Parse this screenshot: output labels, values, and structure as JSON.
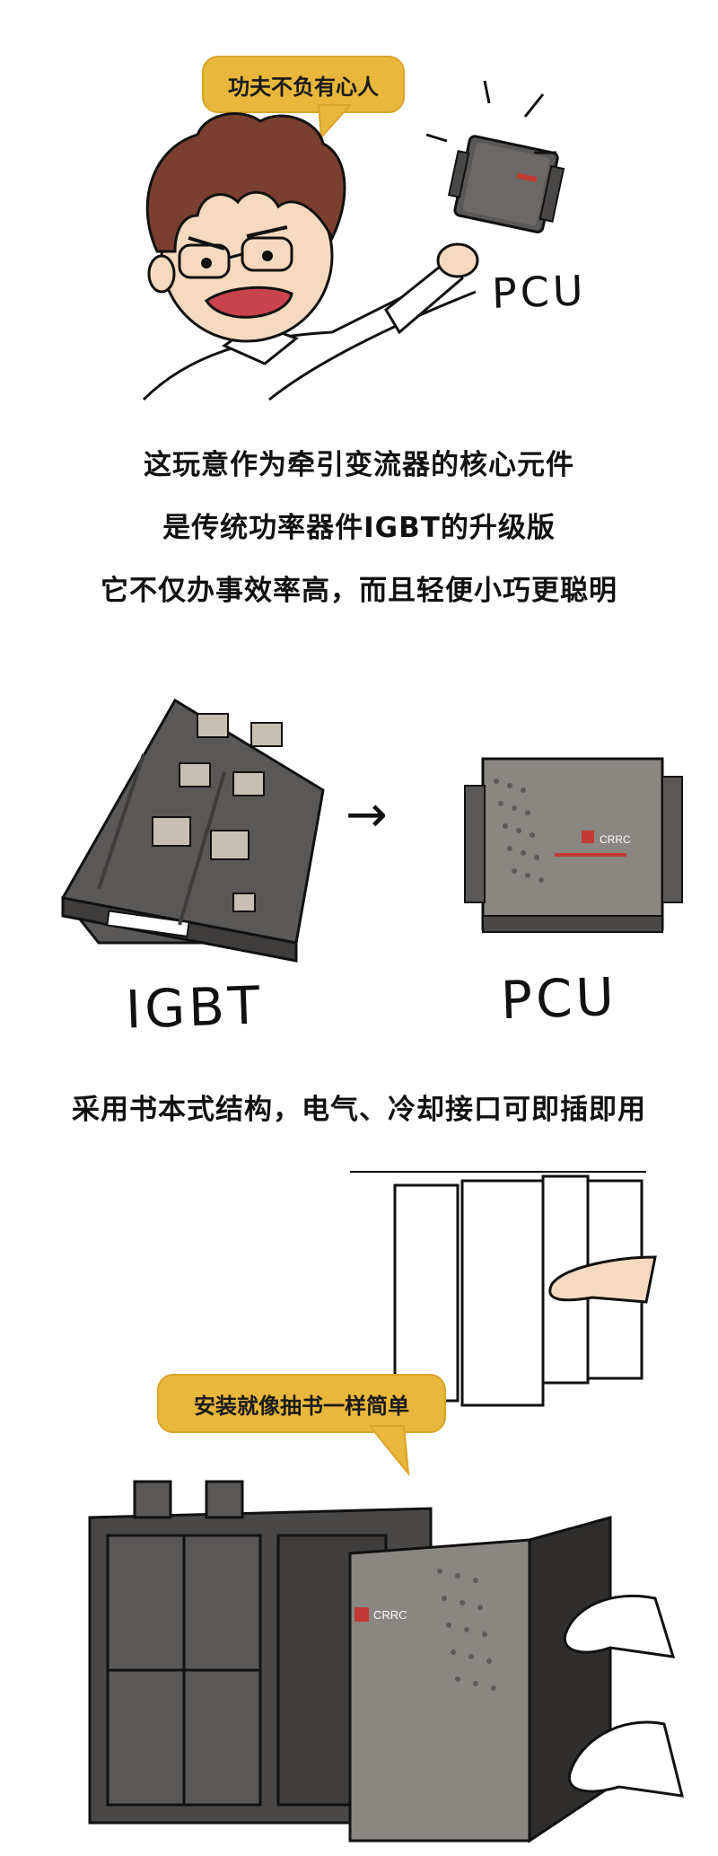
{
  "panel1": {
    "speech": "功夫不负有心人",
    "device_label": "PCU"
  },
  "captions": {
    "line1": "这玩意作为牵引变流器的核心元件",
    "line2": "是传统功率器件IGBT的升级版",
    "line3": "它不仅办事效率高，而且轻便小巧更聪明"
  },
  "panel2": {
    "left_label": "IGBT",
    "right_label": "PCU",
    "arrow": "→",
    "brand_label": "CRRC"
  },
  "caption4": "采用书本式结构，电气、冷却接口可即插即用",
  "panel3": {
    "speech": "安装就像抽书一样简单",
    "brand_label": "CRRC"
  },
  "colors": {
    "bubble": "#e8b73b",
    "device_dark": "#5a5856",
    "device_mid": "#7b7775",
    "pcu_face": "#8a8682",
    "hair": "#7a3f2e",
    "skin": "#f7d9bf",
    "mouth": "#c9434e",
    "brand_red": "#c23a33"
  }
}
